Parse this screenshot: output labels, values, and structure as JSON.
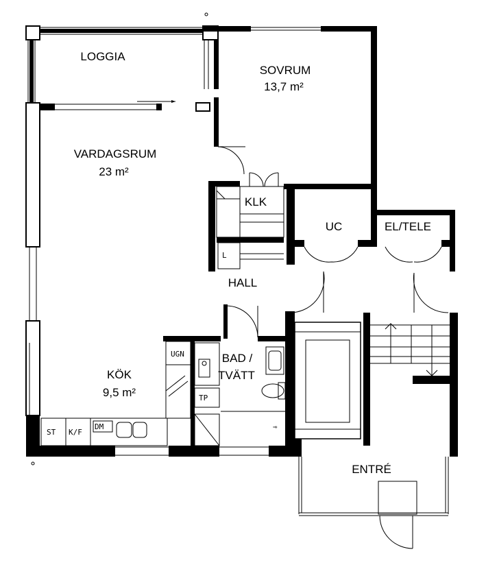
{
  "rooms": {
    "loggia": {
      "name": "LOGGIA"
    },
    "sovrum": {
      "name": "SOVRUM",
      "area": "13,7 m²"
    },
    "vardagsrum": {
      "name": "VARDAGSRUM",
      "area": "23 m²"
    },
    "klk": {
      "name": "KLK"
    },
    "uc": {
      "name": "UC"
    },
    "eltele": {
      "name": "EL/TELE"
    },
    "hall": {
      "name": "HALL"
    },
    "badtvatt": {
      "name_line1": "BAD /",
      "name_line2": "TVÄTT"
    },
    "kok": {
      "name": "KÖK",
      "area": "9,5 m²"
    },
    "entre": {
      "name": "ENTRÉ"
    }
  },
  "fixtures": {
    "ugn": "UGN",
    "tp": "TP",
    "st": "ST",
    "kf": "K/F",
    "dm": "DM",
    "l": "L"
  }
}
